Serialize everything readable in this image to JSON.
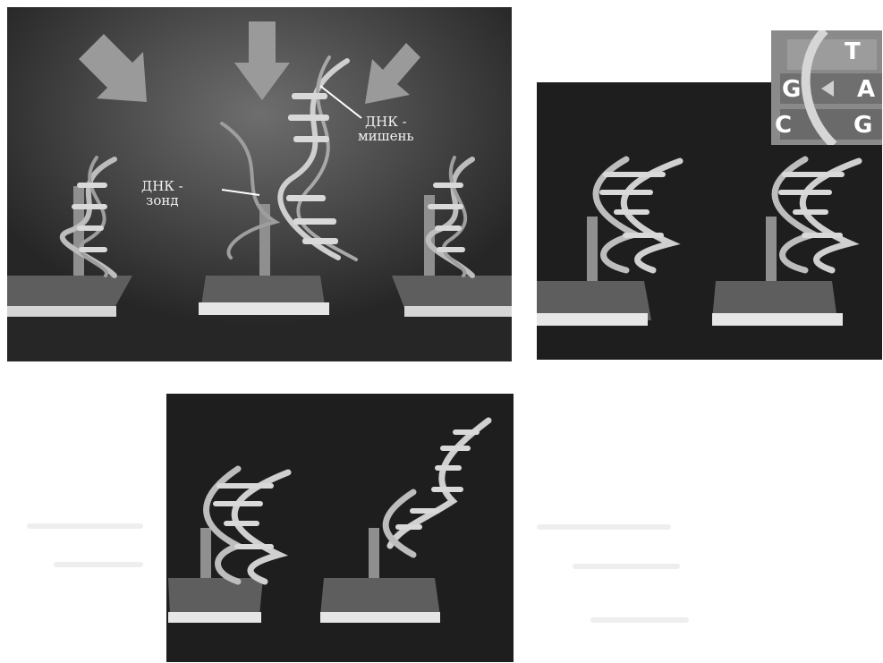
{
  "labels": {
    "target": "ДНК -\nмишень",
    "probe": "ДНК -\nзонд"
  },
  "inset_bases": {
    "t": "T",
    "g1": "G",
    "a": "A",
    "c": "C",
    "g2": "G"
  },
  "colors": {
    "panel_bg": "#1c1c1c",
    "strand": "#bdbdbd",
    "base": "#d9d9d9",
    "inset_bg": "#8a8a8a"
  }
}
